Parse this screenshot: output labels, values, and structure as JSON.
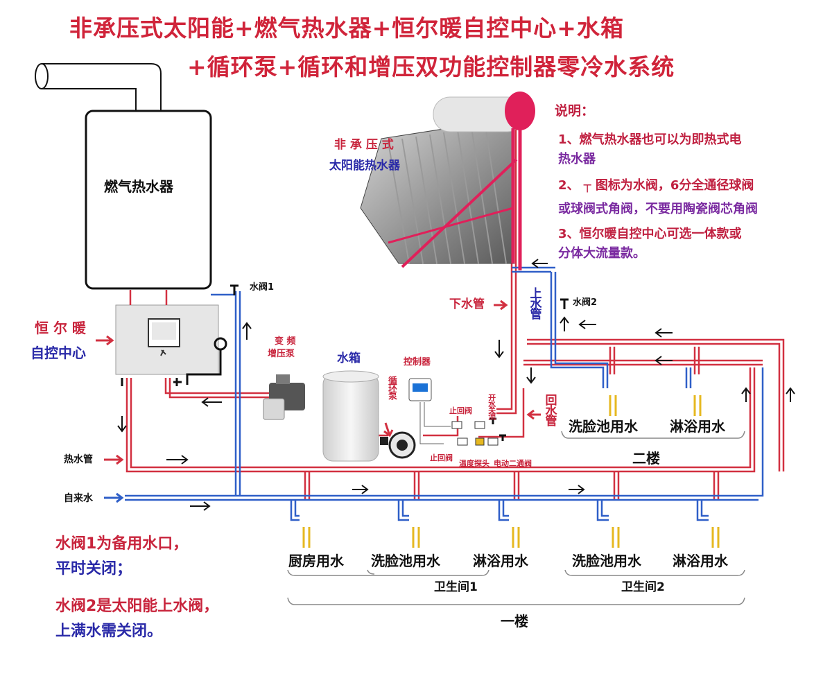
{
  "title": {
    "line1": "非承压式太阳能+燃气热水器+恒尔暖自控中心+水箱",
    "line2": "+循环泵+循环和增压双功能控制器零冷水系统"
  },
  "notes": {
    "heading": "说明：",
    "n1a": "1、燃气热水器也可以为即热式电",
    "n1b": "热水器",
    "n2a": "2、 ┬ 图标为水阀，6分全通径球阀",
    "n2b": "或球阀式角阀，不要用陶瓷阀芯角阀",
    "n3a": "3、恒尔暖自控中心可选一体款或",
    "n3b": "分体大流量款。"
  },
  "labels": {
    "gas_heater": "燃气热水器",
    "control_center_1": "恒 尔 暖",
    "control_center_2": "自控中心",
    "solar_1": "非 承 压 式",
    "solar_2": "太阳能热水器",
    "valve1": "水阀1",
    "valve2": "水阀2",
    "booster_1": "变 频",
    "booster_2": "增压泵",
    "tank": "水箱",
    "controller": "控制器",
    "circ_pump": "循环泵",
    "downpipe": "下水管",
    "uppipe": "上水管",
    "return_pipe": "回水管",
    "check_valve_1": "止回阀",
    "flow_switch": "开水关流",
    "check_valve_2": "止回阀",
    "temp_probe": "温度探头",
    "motor_valve": "电动二通阀",
    "hot_pipe": "热水管",
    "tap_water": "自来水",
    "basin_2f": "洗脸池用水",
    "shower_2f": "淋浴用水",
    "floor2": "二楼",
    "kitchen": "厨房用水",
    "basin_1f_a": "洗脸池用水",
    "shower_1f_a": "淋浴用水",
    "basin_1f_b": "洗脸池用水",
    "shower_1f_b": "淋浴用水",
    "bath1": "卫生间1",
    "bath2": "卫生间2",
    "floor1": "一楼"
  },
  "bottom_notes": {
    "a1": "水阀1为备用水口，",
    "a2": "平时关闭；",
    "b1": "水阀2是太阳能上水阀，",
    "b2": "上满水需关闭。"
  },
  "colors": {
    "hot": "#d23040",
    "cold": "#2f5fc8",
    "title": "#d0243a",
    "note": "#7a2aa0"
  }
}
